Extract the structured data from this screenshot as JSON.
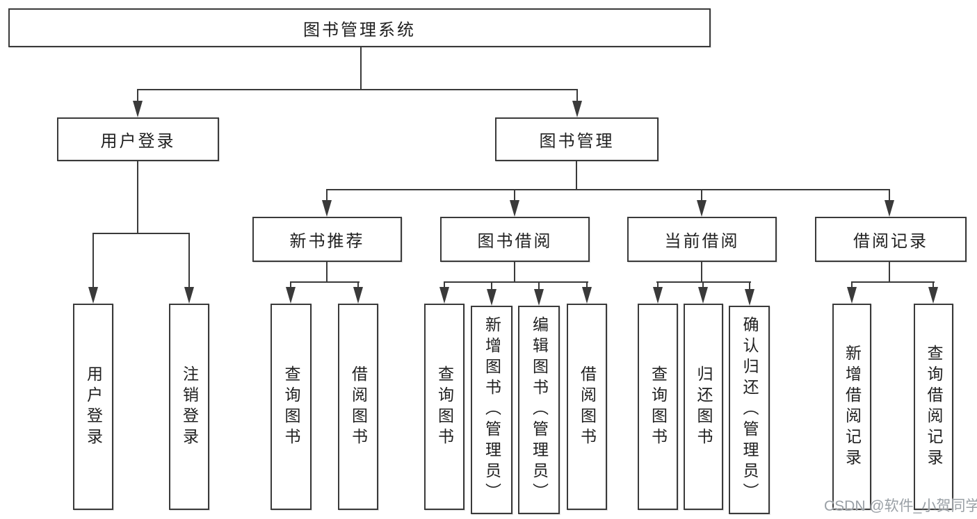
{
  "diagram": {
    "root": {
      "label": "图书管理系统"
    },
    "level2": {
      "user_login": {
        "label": "用户登录"
      },
      "book_management": {
        "label": "图书管理"
      }
    },
    "level3": {
      "new_book_recommend": {
        "label": "新书推荐"
      },
      "book_borrow": {
        "label": "图书借阅"
      },
      "current_borrow": {
        "label": "当前借阅"
      },
      "borrow_records": {
        "label": "借阅记录"
      }
    },
    "leaves": {
      "user_login": [
        "用户登录",
        "注销登录"
      ],
      "new_book_recommend": [
        "查询图书",
        "借阅图书"
      ],
      "book_borrow": [
        "查询图书",
        "新增图书（管理员）",
        "编辑图书（管理员）",
        "借阅图书"
      ],
      "current_borrow": [
        "查询图书",
        "归还图书",
        "确认归还（管理员）"
      ],
      "borrow_records": [
        "新增借阅记录",
        "查询借阅记录"
      ]
    },
    "colors": {
      "line": "#3a3a3a",
      "text": "#1f1f1f",
      "background": "#ffffff",
      "watermark": "#9aa0a6"
    }
  },
  "watermark": {
    "text": "CSDN @软件_小贺同学"
  }
}
